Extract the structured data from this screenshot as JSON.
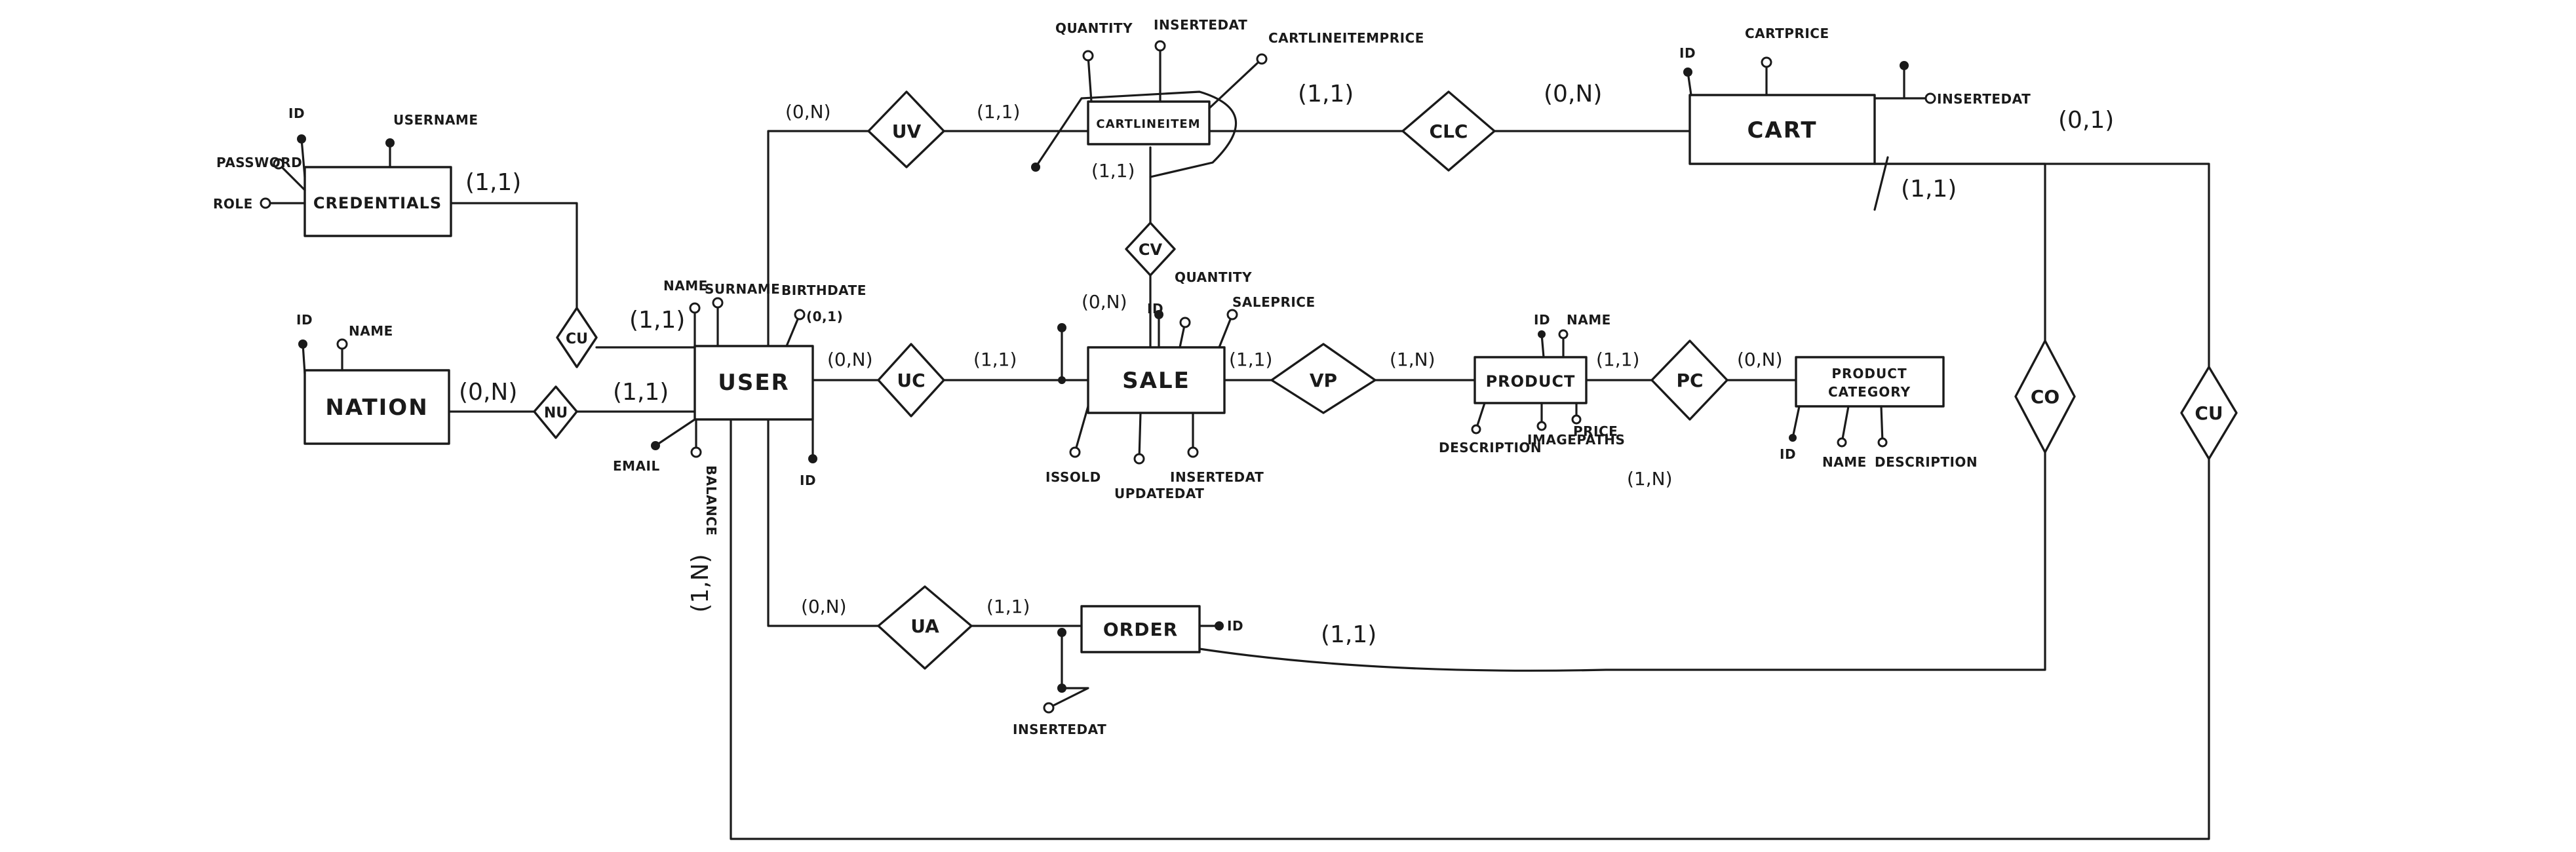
{
  "entities": {
    "credentials": "CREDENTIALS",
    "nation": "NATION",
    "user": "USER",
    "cart_line_item": "CARTLINEITEM",
    "sale": "SALE",
    "product": "PRODUCT",
    "product_category_1": "PRODUCT",
    "product_category_2": "CATEGORY",
    "order": "ORDER",
    "cart": "CART"
  },
  "relationships": {
    "cu_credentials": "CU",
    "nu": "NU",
    "uv": "UV",
    "cv": "CV",
    "uc": "UC",
    "vp": "VP",
    "pc": "PC",
    "ua": "UA",
    "clc": "CLC",
    "co": "CO",
    "cu_cart": "CU"
  },
  "attributes": {
    "credentials": {
      "id": "ID",
      "username": "USERNAME",
      "password": "PASSWORD",
      "role": "ROLE"
    },
    "nation": {
      "id": "ID",
      "name": "NAME"
    },
    "user": {
      "name": "NAME",
      "surname": "SURNAME",
      "birthdate": "BIRTHDATE",
      "birthdate_card": "(0,1)",
      "email": "EMAIL",
      "balance": "BALANCE",
      "id": "ID"
    },
    "cart_line_item": {
      "quantity": "QUANTITY",
      "inserted_at": "INSERTEDAT",
      "cart_line_item_price": "CARTLINEITEMPRICE"
    },
    "sale": {
      "id": "ID",
      "quantity": "QUANTITY",
      "sale_price": "SALEPRICE",
      "is_sold": "ISSOLD",
      "updated_at": "UPDATEDAT",
      "inserted_at": "INSERTEDAT"
    },
    "product": {
      "id": "ID",
      "name": "NAME",
      "price": "PRICE",
      "description": "DESCRIPTION",
      "image_paths": "IMAGEPATHS",
      "image_paths_card": "(1,N)"
    },
    "product_category": {
      "id": "ID",
      "name": "NAME",
      "description": "DESCRIPTION"
    },
    "order": {
      "id": "ID",
      "inserted_at": "INSERTEDAT"
    },
    "cart": {
      "id": "ID",
      "cart_price": "CARTPRICE",
      "inserted_at": "INSERTEDAT"
    }
  },
  "cardinalities": {
    "credentials_cu": "(1,1)",
    "user_cu": "(1,1)",
    "nation_nu": "(0,N)",
    "user_nu": "(1,1)",
    "user_uv": "(0,N)",
    "cli_uv": "(1,1)",
    "cli_clc": "(1,1)",
    "cart_clc": "(0,N)",
    "cli_cv": "(1,1)",
    "sale_cv": "(0,N)",
    "user_uc": "(0,N)",
    "sale_uc": "(1,1)",
    "sale_vp": "(1,1)",
    "product_vp": "(1,N)",
    "product_pc": "(1,1)",
    "category_pc": "(0,N)",
    "user_ua": "(0,N)",
    "order_ua": "(1,1)",
    "order_co": "(1,1)",
    "cart_co": "(0,1)",
    "cart_cu": "(1,1)",
    "user_cu_cart": "(1,N)"
  }
}
